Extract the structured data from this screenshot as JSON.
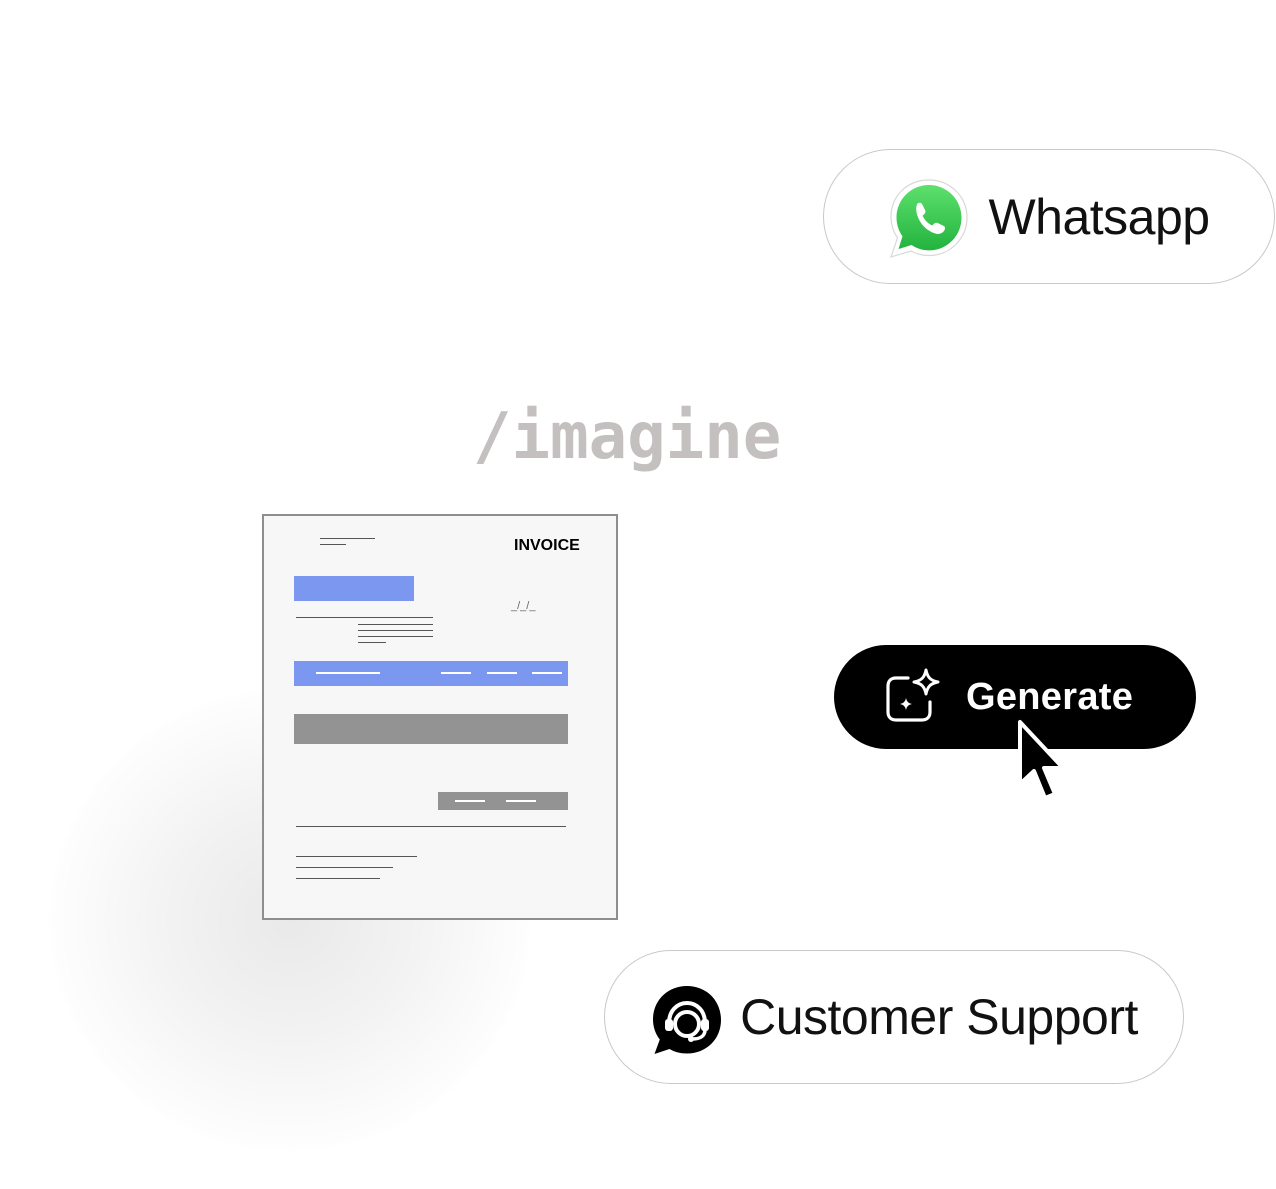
{
  "whatsapp": {
    "label": "Whatsapp",
    "icon": "whatsapp-icon",
    "icon_color": "#25D366"
  },
  "command": {
    "text": "/imagine",
    "color": "#c4c0c0"
  },
  "invoice": {
    "title": "INVOICE",
    "date_placeholder": "_/_/_",
    "accent_color": "#7b97f0",
    "bar_color": "#939393"
  },
  "generate": {
    "label": "Generate",
    "icon": "sparkle-icon",
    "background": "#000000"
  },
  "cursor": {
    "icon": "cursor-arrow-icon"
  },
  "support": {
    "label": "Customer Support",
    "icon": "headset-chat-icon"
  }
}
